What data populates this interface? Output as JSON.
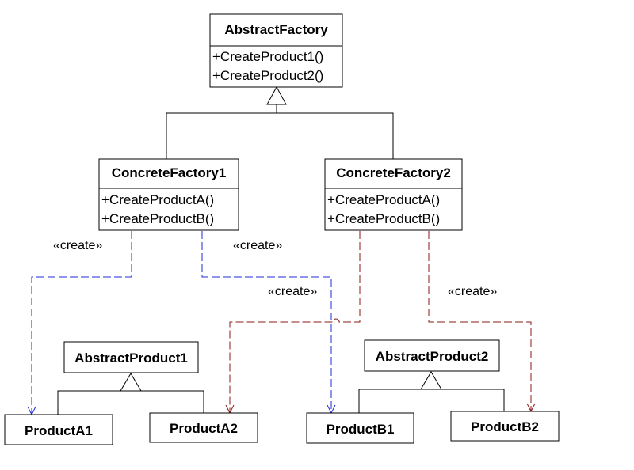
{
  "colors": {
    "blue_arrow": "#1f2bd6",
    "red_arrow": "#8b1a1a"
  },
  "classes": {
    "abstract_factory": {
      "title": "AbstractFactory",
      "methods": [
        "+CreateProduct1()",
        "+CreateProduct2()"
      ]
    },
    "concrete_factory1": {
      "title": "ConcreteFactory1",
      "methods": [
        "+CreateProductA()",
        "+CreateProductB()"
      ]
    },
    "concrete_factory2": {
      "title": "ConcreteFactory2",
      "methods": [
        "+CreateProductA()",
        "+CreateProductB()"
      ]
    },
    "abstract_product1": {
      "title": "AbstractProduct1"
    },
    "abstract_product2": {
      "title": "AbstractProduct2"
    },
    "product_a1": {
      "title": "ProductA1"
    },
    "product_a2": {
      "title": "ProductA2"
    },
    "product_b1": {
      "title": "ProductB1"
    },
    "product_b2": {
      "title": "ProductB2"
    }
  },
  "stereotypes": {
    "create_cf1_left": "«create»",
    "create_cf1_right": "«create»",
    "create_cf2_left": "«create»",
    "create_cf2_right": "«create»"
  }
}
